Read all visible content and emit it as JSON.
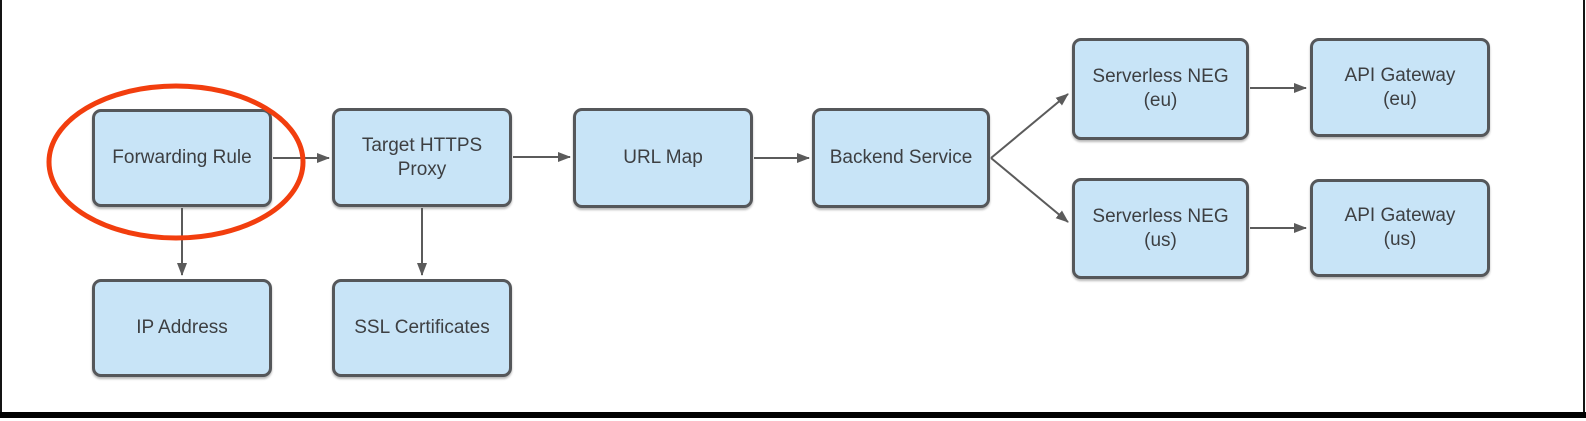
{
  "diagram": {
    "nodes": [
      {
        "id": "forwarding-rule",
        "label": "Forwarding Rule"
      },
      {
        "id": "target-https-proxy",
        "label": "Target HTTPS\nProxy"
      },
      {
        "id": "url-map",
        "label": "URL Map"
      },
      {
        "id": "backend-service",
        "label": "Backend Service"
      },
      {
        "id": "serverless-neg-eu",
        "label": "Serverless NEG\n(eu)"
      },
      {
        "id": "api-gateway-eu",
        "label": "API Gateway\n(eu)"
      },
      {
        "id": "serverless-neg-us",
        "label": "Serverless NEG\n(us)"
      },
      {
        "id": "api-gateway-us",
        "label": "API Gateway\n(us)"
      },
      {
        "id": "ip-address",
        "label": "IP Address"
      },
      {
        "id": "ssl-certificates",
        "label": "SSL Certificates"
      }
    ],
    "edges": [
      {
        "from": "forwarding-rule",
        "to": "target-https-proxy"
      },
      {
        "from": "target-https-proxy",
        "to": "url-map"
      },
      {
        "from": "url-map",
        "to": "backend-service"
      },
      {
        "from": "backend-service",
        "to": "serverless-neg-eu"
      },
      {
        "from": "backend-service",
        "to": "serverless-neg-us"
      },
      {
        "from": "serverless-neg-eu",
        "to": "api-gateway-eu"
      },
      {
        "from": "serverless-neg-us",
        "to": "api-gateway-us"
      },
      {
        "from": "forwarding-rule",
        "to": "ip-address"
      },
      {
        "from": "target-https-proxy",
        "to": "ssl-certificates"
      }
    ],
    "annotation": {
      "type": "ellipse-highlight",
      "target": "forwarding-rule",
      "color": "#F23E0E"
    }
  },
  "colors": {
    "node_fill": "#C8E4F7",
    "node_border": "#55575A",
    "node_text": "#3D3F42",
    "arrow": "#5B5B5B",
    "highlight": "#F23E0E",
    "rule_bar": "#000000"
  }
}
